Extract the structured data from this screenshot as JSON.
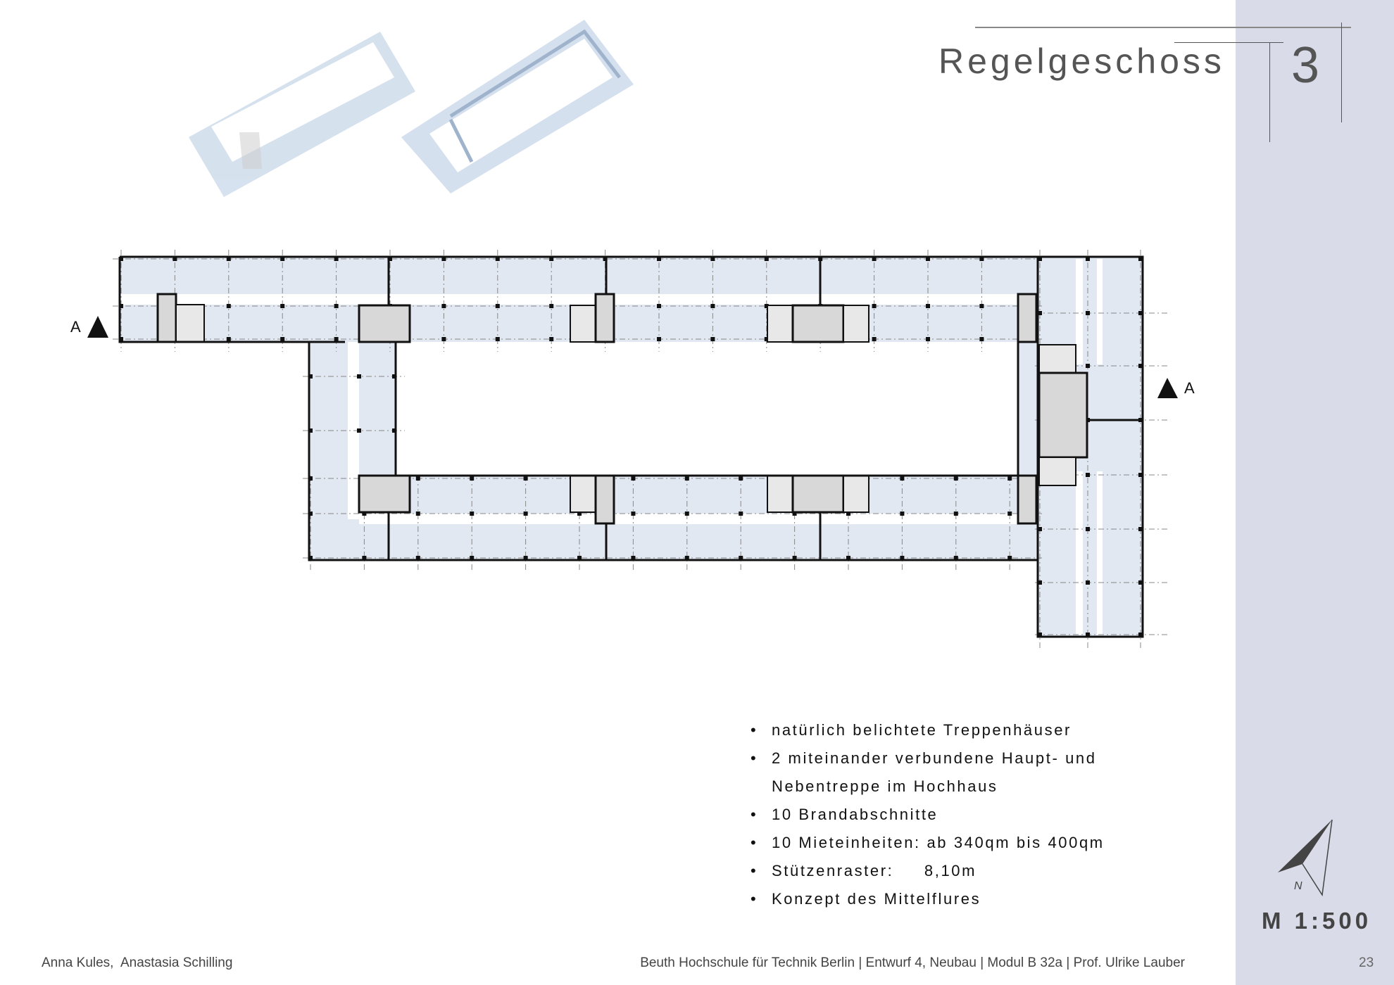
{
  "header": {
    "title": "Regelgeschoss",
    "chapter_number": "3"
  },
  "plan": {
    "section_marker_left": "A",
    "section_marker_right": "A",
    "colors": {
      "floor": "#e1e8f1",
      "core": "#d8d8d8",
      "wall": "#111111",
      "thumbnail": "#cfdcec"
    }
  },
  "bullets": [
    "natürlich belichtete Treppenhäuser",
    "2 miteinander verbundene Haupt- und Nebentreppe im Hochhaus",
    "10 Brandabschnitte",
    "10 Mieteinheiten: ab 340qm bis 400qm",
    "Stützenraster:     8,10m",
    "Konzept des Mittelflures"
  ],
  "north_label": "N",
  "scale": "M 1:500",
  "footer": {
    "authors": "Anna Kules,  Anastasia Schilling",
    "institution": "Beuth Hochschule für Technik Berlin | Entwurf 4,  Neubau | Modul B 32a | Prof. Ulrike Lauber",
    "page_number": "23"
  },
  "sidebar_color": "#d9dce8"
}
